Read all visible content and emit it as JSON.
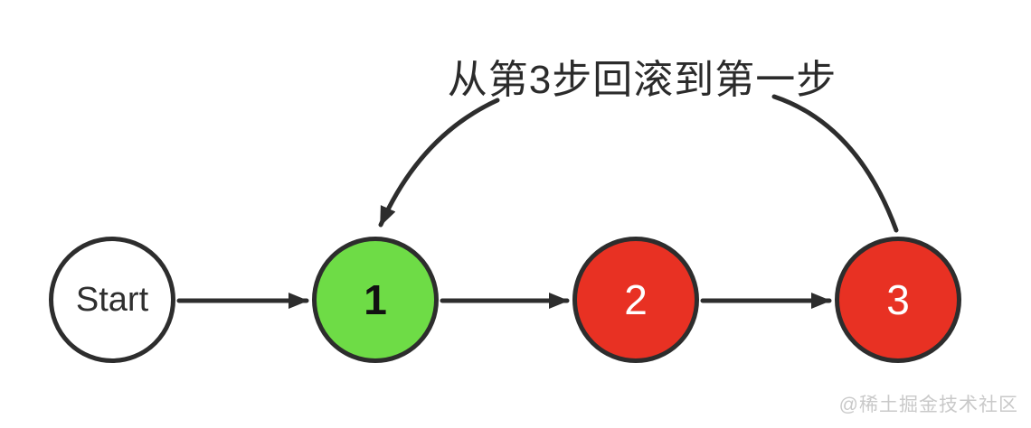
{
  "diagram": {
    "rollback_label": "从第3步回滚到第一步",
    "nodes": [
      {
        "id": "start",
        "label": "Start",
        "fill": "#ffffff",
        "text_color": "#2f2f2f"
      },
      {
        "id": "step-1",
        "label": "1",
        "fill": "#6edc46",
        "text_color": "#111111"
      },
      {
        "id": "step-2",
        "label": "2",
        "fill": "#e83123",
        "text_color": "#ffffff"
      },
      {
        "id": "step-3",
        "label": "3",
        "fill": "#e83123",
        "text_color": "#ffffff"
      }
    ],
    "edges": [
      {
        "from": "start",
        "to": "step-1",
        "type": "forward"
      },
      {
        "from": "step-1",
        "to": "step-2",
        "type": "forward"
      },
      {
        "from": "step-2",
        "to": "step-3",
        "type": "forward"
      },
      {
        "from": "step-3",
        "to": "step-1",
        "type": "rollback",
        "label": "从第3步回滚到第一步"
      }
    ],
    "colors": {
      "stroke": "#2d2d2d",
      "node_green": "#6edc46",
      "node_red": "#e83123",
      "label_text": "#2b2b2b",
      "watermark_text": "#c9c9c9"
    }
  },
  "watermark": {
    "text": "@稀土掘金技术社区"
  }
}
